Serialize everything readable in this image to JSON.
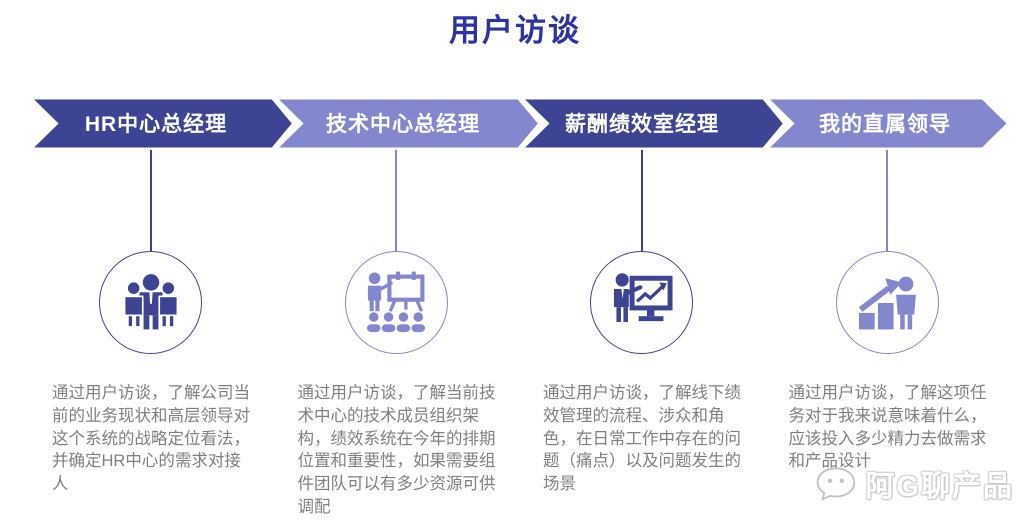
{
  "title": "用户访谈",
  "colors": {
    "dark_step": "#3D4493",
    "light_step": "#8287CE",
    "title": "#2D33A6",
    "description_text": "#808080"
  },
  "steps": [
    {
      "label": "HR中心总经理",
      "tone": "dark",
      "icon": "team-icon",
      "description": "通过用户访谈，了解公司当前的业务现状和高层领导对这个系统的战略定位看法，并确定HR中心的需求对接人"
    },
    {
      "label": "技术中心总经理",
      "tone": "light",
      "icon": "presentation-icon",
      "description": "通过用户访谈，了解当前技术中心的技术成员组织架构，绩效系统在今年的排期位置和重要性，如果需要组件团队可以有多少资源可供调配"
    },
    {
      "label": "薪酬绩效室经理",
      "tone": "dark",
      "icon": "chart-presentation-icon",
      "description": "通过用户访谈，了解线下绩效管理的流程、涉众和角色，在日常工作中存在的问题（痛点）以及问题发生的场景"
    },
    {
      "label": "我的直属领导",
      "tone": "light",
      "icon": "growth-chart-icon",
      "description": "通过用户访谈，了解这项任务对于我来说意味着什么，应该投入多少精力去做需求和产品设计"
    }
  ],
  "watermark": {
    "text": "阿G聊产品",
    "icon": "wechat-icon"
  }
}
